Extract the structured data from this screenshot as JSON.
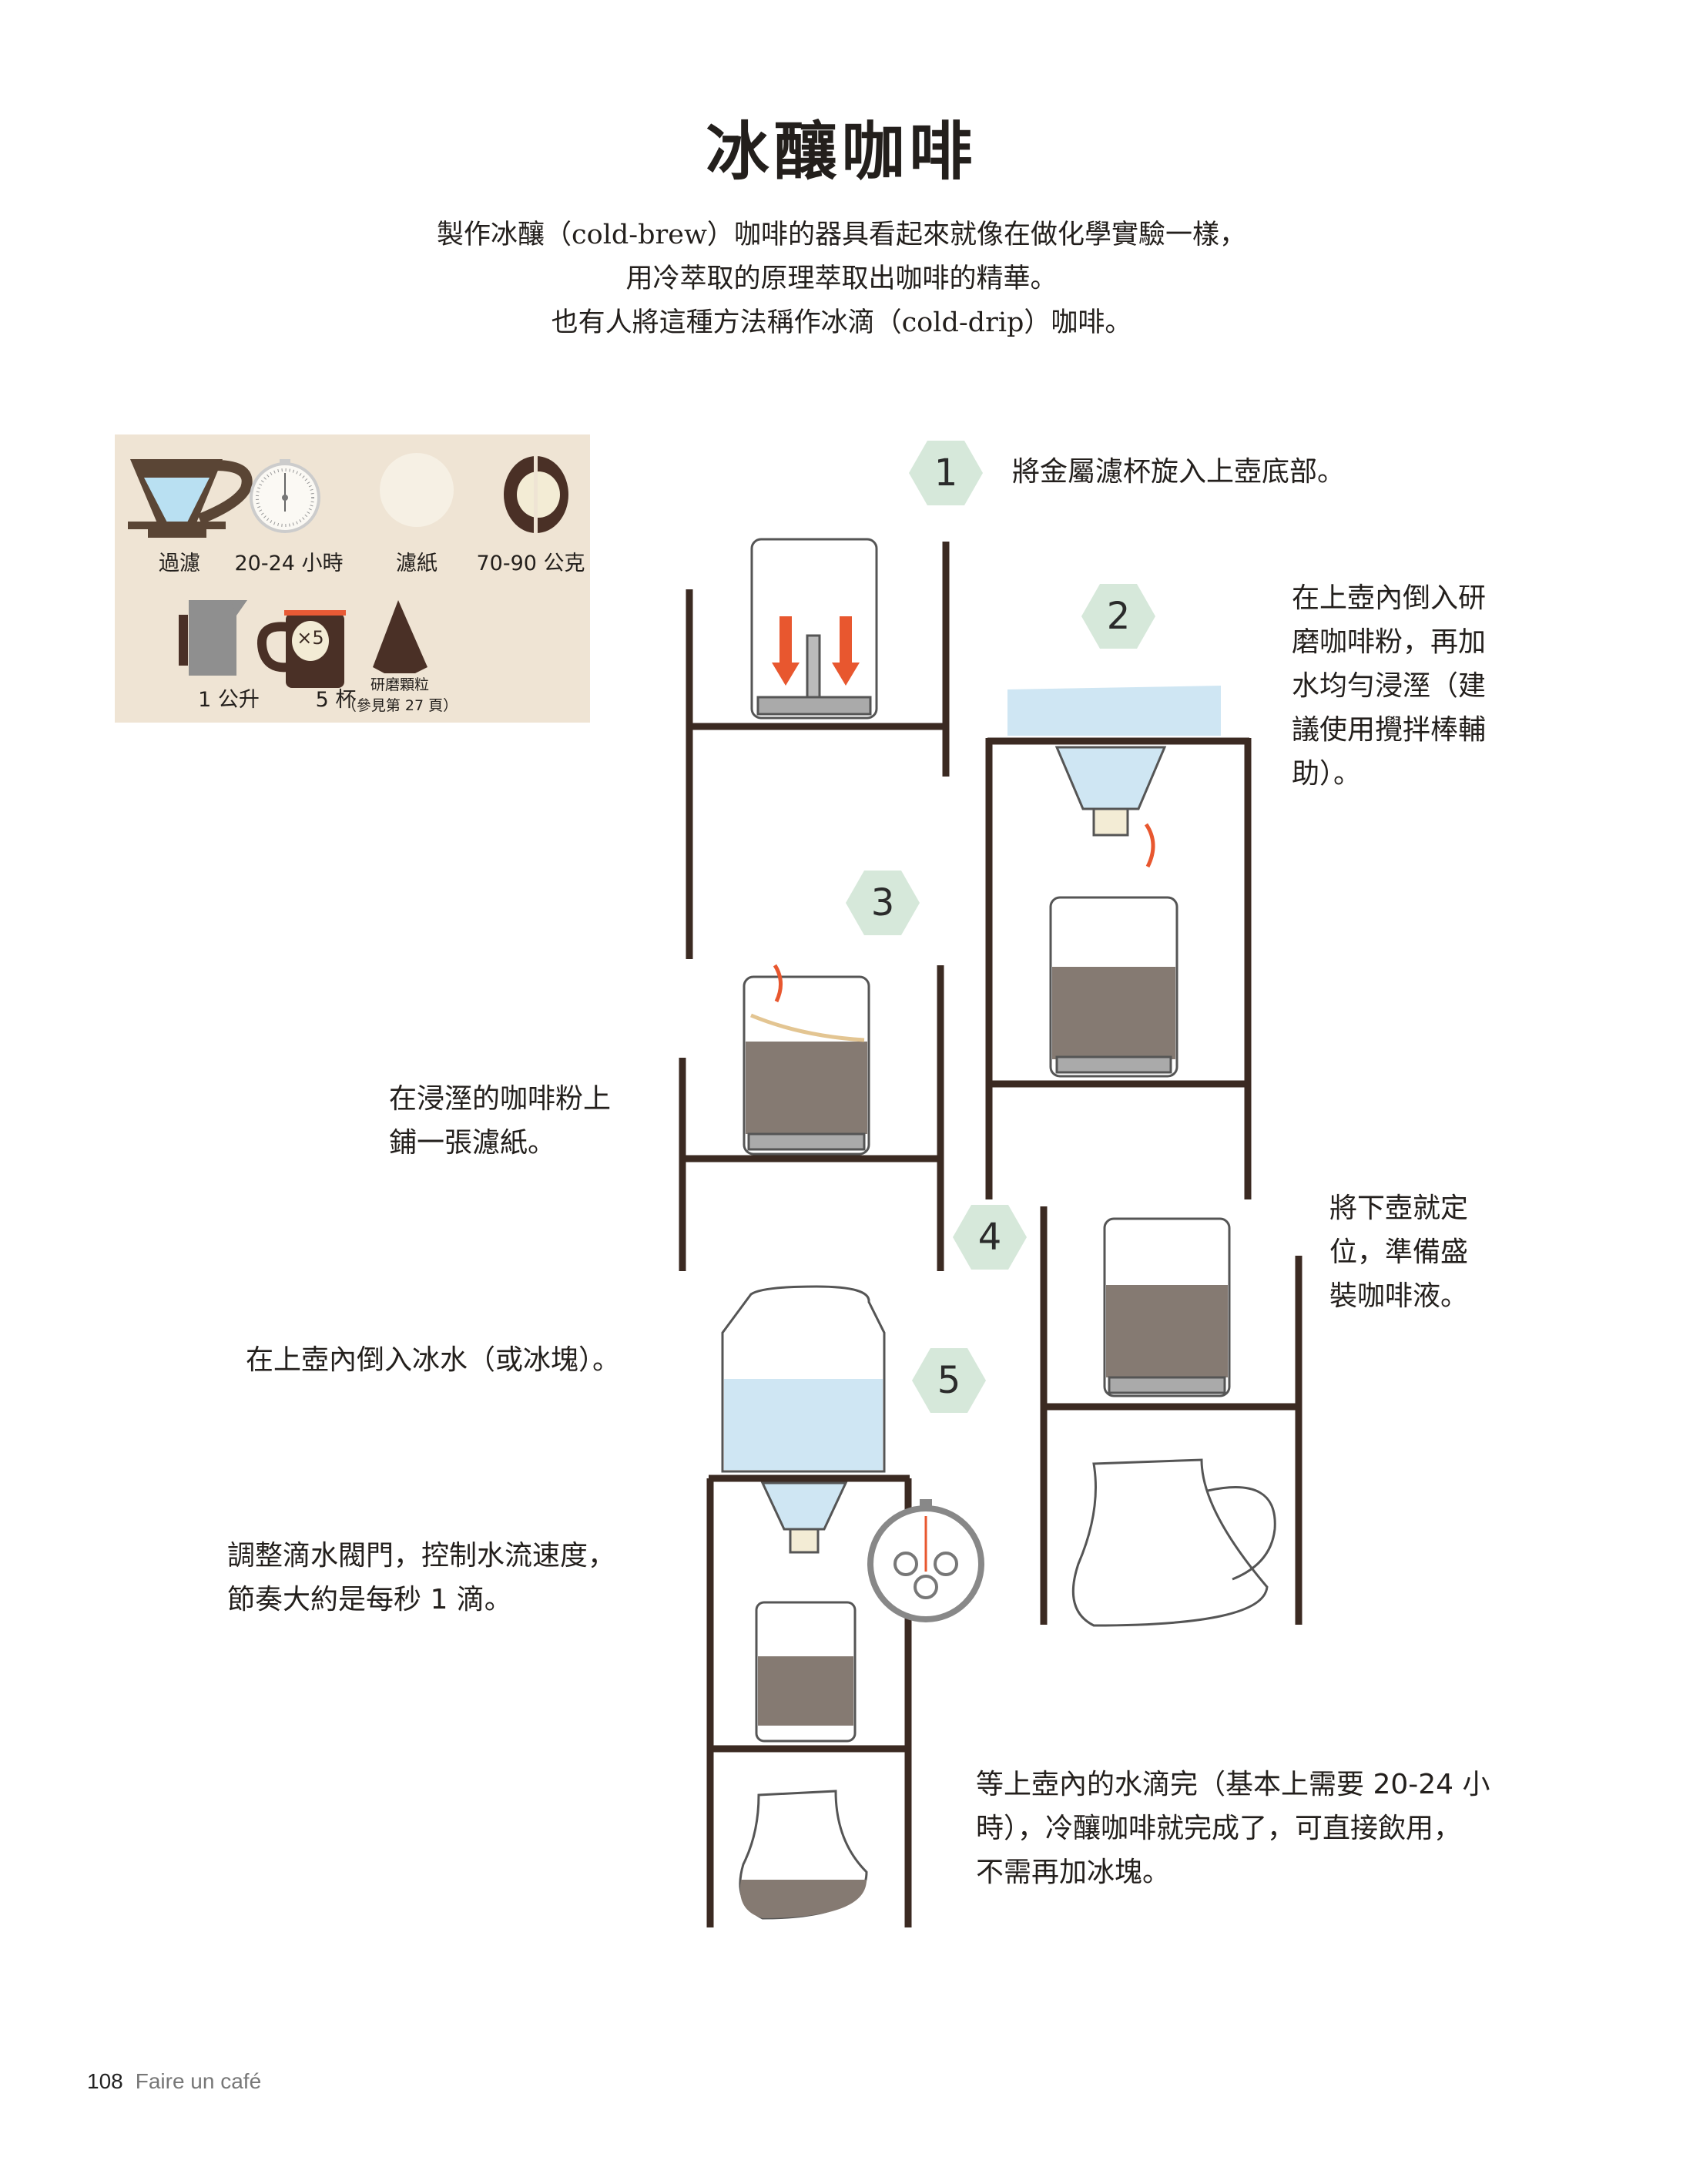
{
  "title": "冰釀咖啡",
  "intro": [
    "製作冰釀（cold-brew）咖啡的器具看起來就像在做化學實驗一樣，",
    "用冷萃取的原理萃取出咖啡的精華。",
    "也有人將這種方法稱作冰滴（cold-drip）咖啡。"
  ],
  "tools": {
    "items": [
      {
        "icon": "dripper-icon",
        "label": "過濾"
      },
      {
        "icon": "timer-icon",
        "label": "20-24 小時"
      },
      {
        "icon": "filter-paper-icon",
        "label": "濾紙"
      },
      {
        "icon": "coffee-bean-icon",
        "label": "70-90 公克"
      },
      {
        "icon": "water-jug-icon",
        "label": "1 公升"
      },
      {
        "icon": "mug-icon",
        "label": "5 杯",
        "badge": "×5"
      },
      {
        "icon": "grind-pile-icon",
        "label": "研磨顆粒",
        "note": "（參見第 27 頁）"
      }
    ]
  },
  "steps": [
    {
      "number": "1",
      "text": [
        "將金屬濾杯旋入上壺底部。"
      ]
    },
    {
      "number": "2",
      "text": [
        "在上壺內倒入研",
        "磨咖啡粉，再加",
        "水均勻浸溼（建",
        "議使用攪拌棒輔",
        "助）。"
      ]
    },
    {
      "number": "3",
      "text": [
        "在浸溼的咖啡粉上",
        "鋪一張濾紙。"
      ]
    },
    {
      "number": "4",
      "text": [
        "將下壺就定",
        "位，準備盛",
        "裝咖啡液。"
      ]
    },
    {
      "number": "5",
      "text": [
        "在上壺內倒入冰水（或冰塊）。"
      ]
    }
  ],
  "valve_note": [
    "調整滴水閥門，控制水流速度，",
    "節奏大約是每秒 1 滴。"
  ],
  "final_note": [
    "等上壺內的水滴完（基本上需要 20-24 小",
    "時），冷釀咖啡就完成了，可直接飲用，",
    "不需再加冰塊。"
  ],
  "footer": {
    "page_number": "108",
    "book_title": "Faire un café"
  },
  "colors": {
    "frame": "#3b2a22",
    "panel": "#efe4d4",
    "hex": "#d6e8da",
    "water": "#cfe6f3",
    "coffee": "#857a72",
    "arrow": "#e8572f"
  }
}
